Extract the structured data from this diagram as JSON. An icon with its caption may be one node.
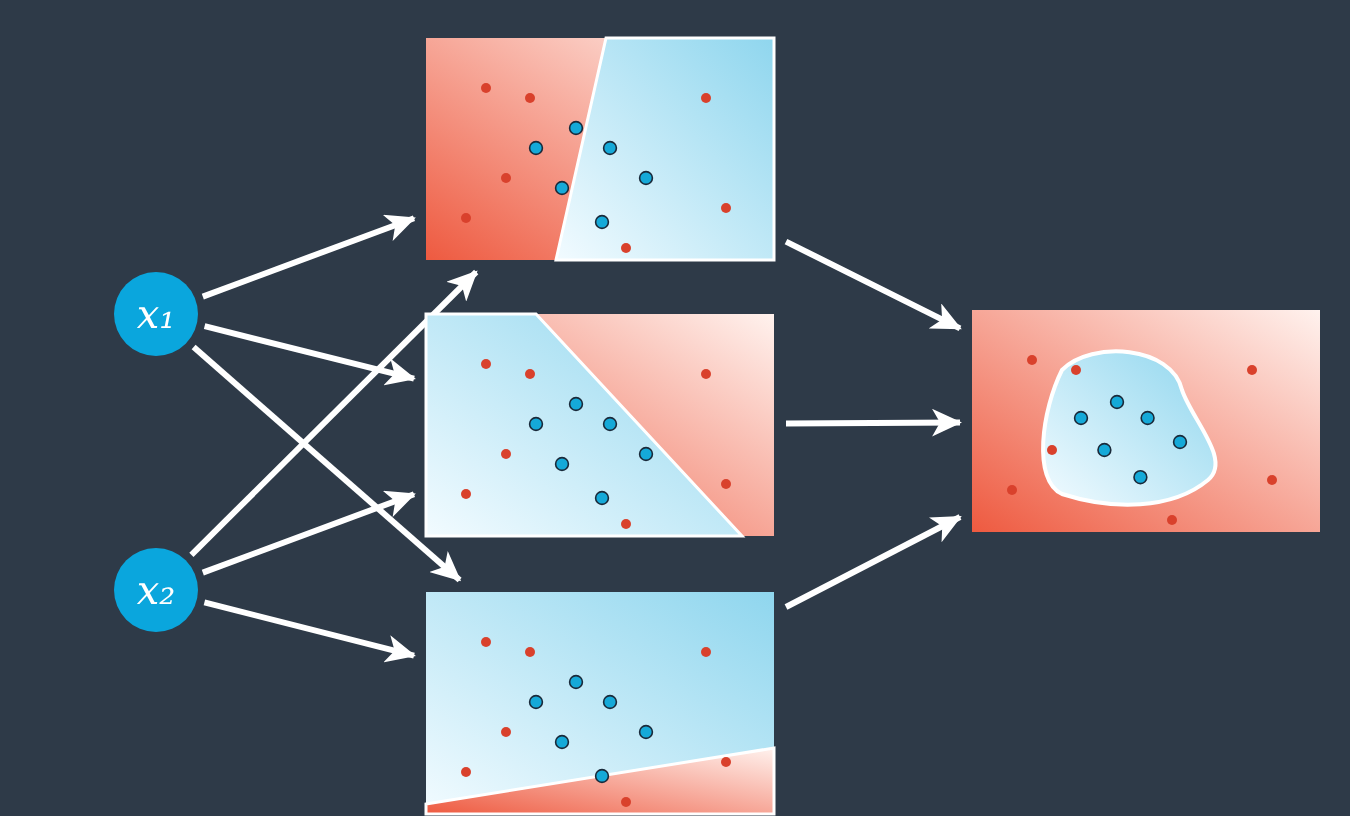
{
  "diagram": {
    "nodes": [
      {
        "text": [
          "x₁"
        ]
      },
      {
        "text": [
          "x₂"
        ]
      },
      {
        "text": [],
        "shape": "picture"
      },
      {
        "text": [],
        "shape": "picture"
      },
      {
        "text": [],
        "shape": "picture"
      },
      {
        "text": [],
        "shape": "picture"
      }
    ],
    "edges": [
      {
        "from": 0,
        "to": 2,
        "arrow": "to"
      },
      {
        "from": 0,
        "to": 3,
        "arrow": "to"
      },
      {
        "from": 0,
        "to": 4,
        "arrow": "to"
      },
      {
        "from": 1,
        "to": 2,
        "arrow": "to"
      },
      {
        "from": 1,
        "to": 3,
        "arrow": "to"
      },
      {
        "from": 1,
        "to": 4,
        "arrow": "to"
      },
      {
        "from": 2,
        "to": 5,
        "arrow": "to"
      },
      {
        "from": 3,
        "to": 5,
        "arrow": "to"
      },
      {
        "from": 4,
        "to": 5,
        "arrow": "to"
      }
    ]
  }
}
